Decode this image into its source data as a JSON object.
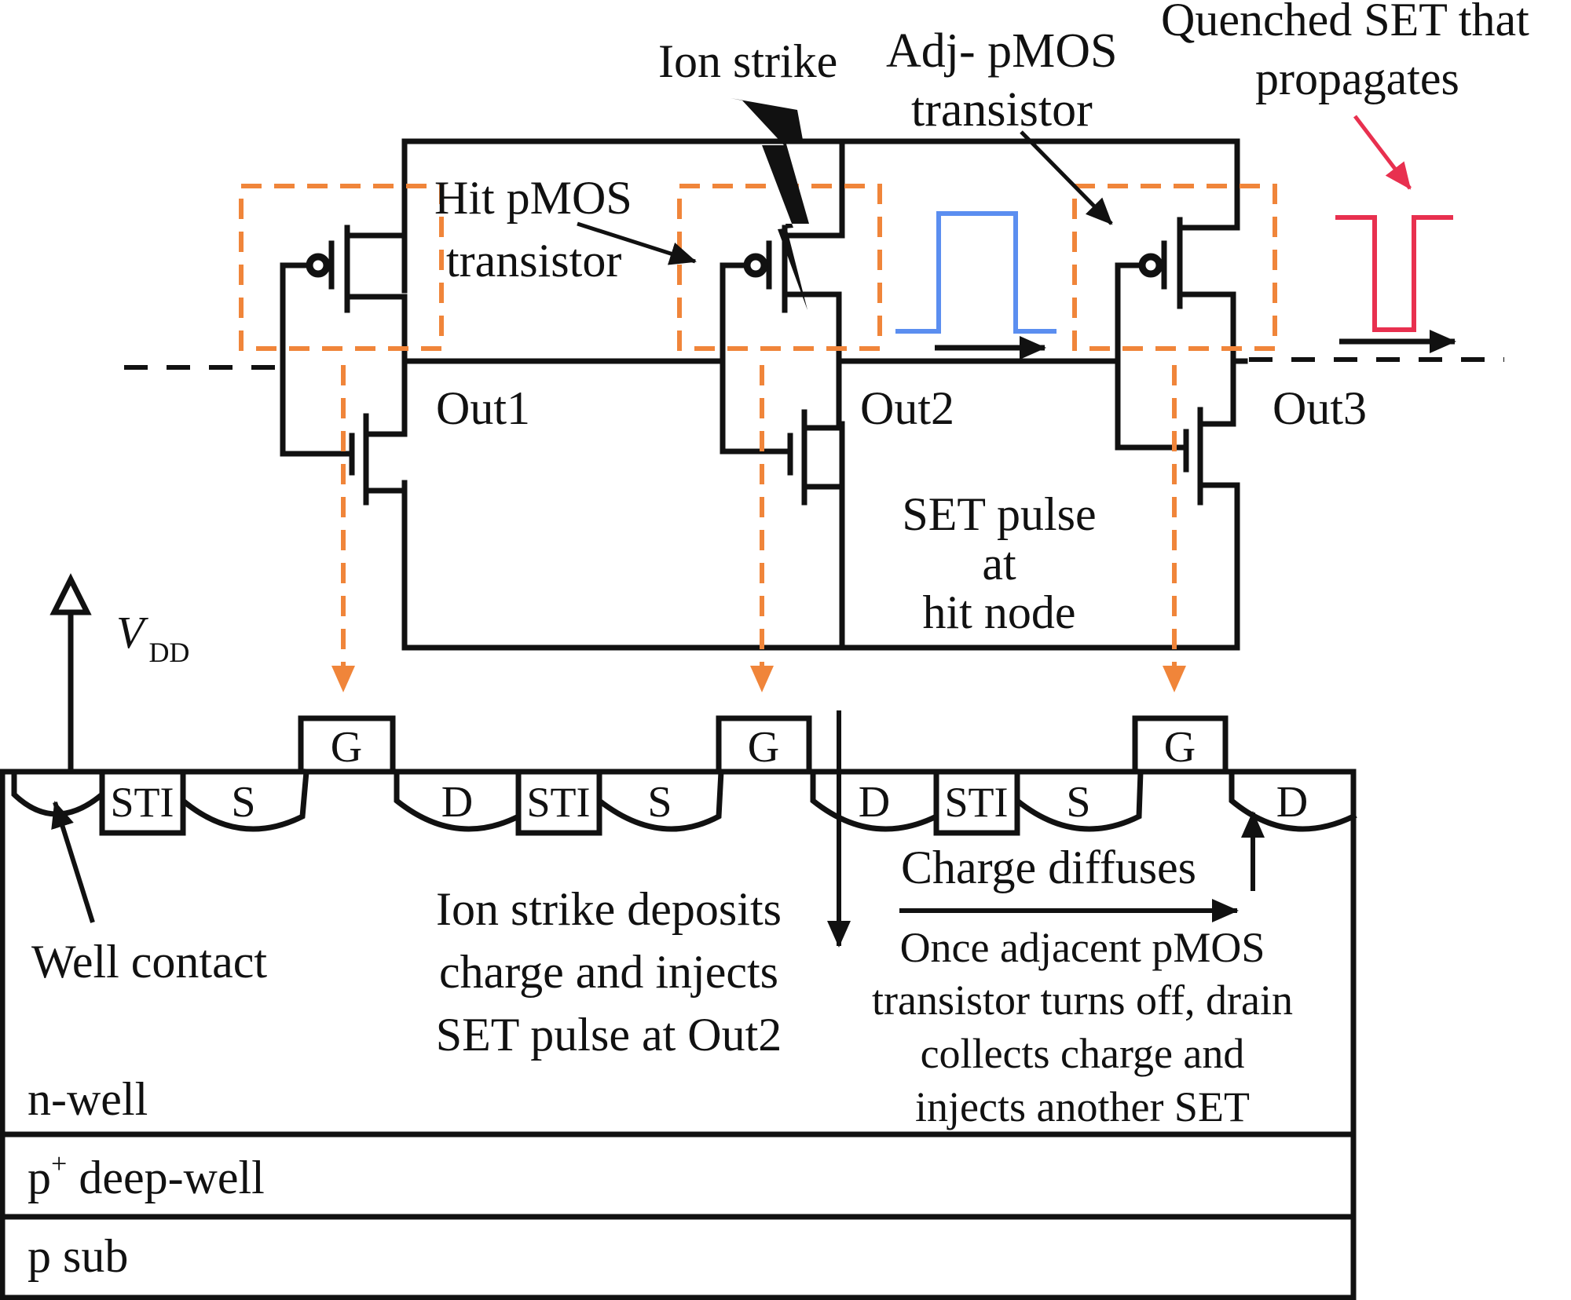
{
  "colors": {
    "ink": "#111111",
    "highlight": "#f0853a",
    "set_pulse": "#5b8ef0",
    "quenched_pulse": "#e8304f"
  },
  "labels": {
    "ion_strike": "Ion strike",
    "adj_pmos_1": "Adj- pMOS",
    "adj_pmos_2": "transistor",
    "quenched_1": "Quenched SET that",
    "quenched_2": "propagates",
    "hit_pmos_1": "Hit pMOS",
    "hit_pmos_2": "transistor",
    "out1": "Out1",
    "out2": "Out2",
    "out3": "Out3",
    "set_pulse_1": "SET pulse",
    "set_pulse_2": "at",
    "set_pulse_3": "hit node",
    "vdd_main": "V",
    "vdd_sub": "DD"
  },
  "cross_section": {
    "gate": "G",
    "source": "S",
    "drain": "D",
    "sti": "STI",
    "well_contact": "Well contact",
    "ion_deposit_1": "Ion strike deposits",
    "ion_deposit_2": "charge and injects",
    "ion_deposit_3": "SET pulse at Out2",
    "charge_diffuses": "Charge diffuses",
    "once_1": "Once adjacent pMOS",
    "once_2": "transistor turns off, drain",
    "once_3": "collects charge and",
    "once_4": "injects another SET",
    "n_well": "n-well",
    "p_deep_base": "p",
    "p_deep_sup": "+",
    "p_deep_rest": " deep-well",
    "p_sub": "p sub"
  }
}
